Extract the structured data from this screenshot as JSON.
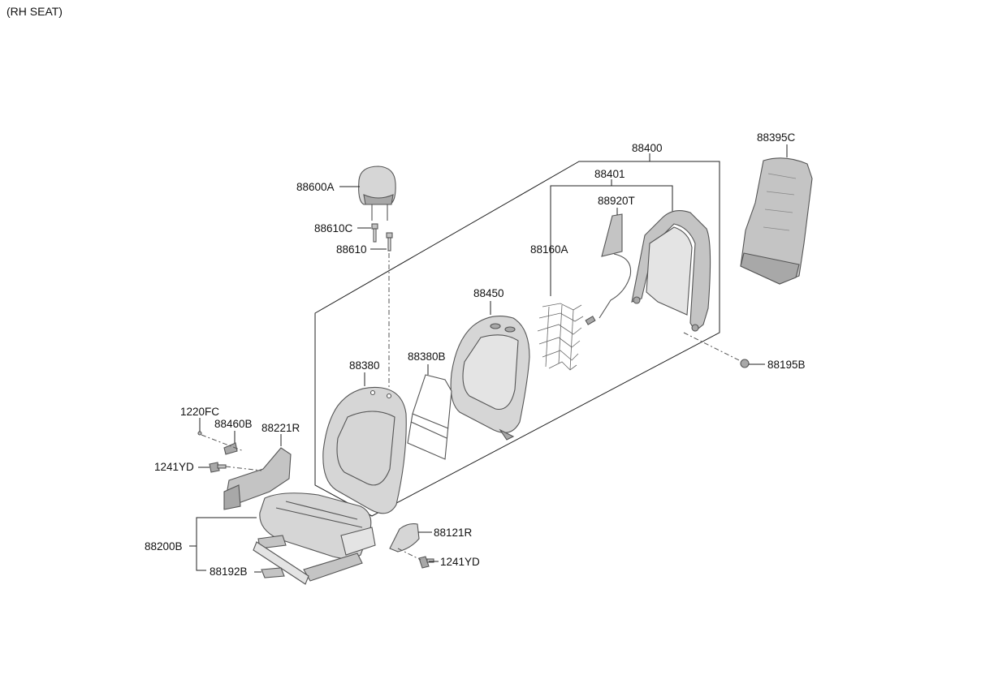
{
  "caption": "(RH SEAT)",
  "parts": {
    "p88400": "88400",
    "p88401": "88401",
    "p88395C": "88395C",
    "p88920T": "88920T",
    "p88600A": "88600A",
    "p88610C": "88610C",
    "p88610": "88610",
    "p88160A": "88160A",
    "p88450": "88450",
    "p88380B": "88380B",
    "p88380": "88380",
    "p88195B": "88195B",
    "p1220FC": "1220FC",
    "p88460B": "88460B",
    "p88221R": "88221R",
    "p1241YD_a": "1241YD",
    "p88200B": "88200B",
    "p88121R": "88121R",
    "p1241YD_b": "1241YD",
    "p88192B": "88192B"
  },
  "colors": {
    "part_fill": "#d6d6d6",
    "part_shadow": "#a8a8a8",
    "line": "#222222"
  }
}
